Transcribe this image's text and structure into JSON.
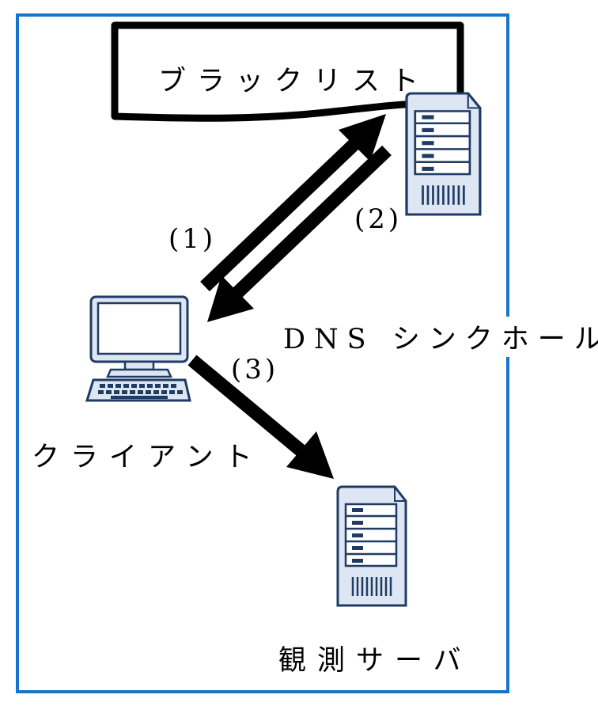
{
  "labels": {
    "blacklist": "ブラックリスト",
    "dns_sinkhole": "DNS シンクホール",
    "client": "クライアント",
    "observation_server": "観測サーバ"
  },
  "steps": {
    "step1": "(1)",
    "step2": "(2)",
    "step3": "(3)"
  },
  "colors": {
    "frame": "#1874c8",
    "icon_stroke": "#1f3b63",
    "icon_fill": "#dde6f2",
    "arrow": "#000000"
  },
  "icons": {
    "dns_server": "server-tower-icon",
    "client": "desktop-computer-icon",
    "observation_server": "server-tower-icon"
  }
}
